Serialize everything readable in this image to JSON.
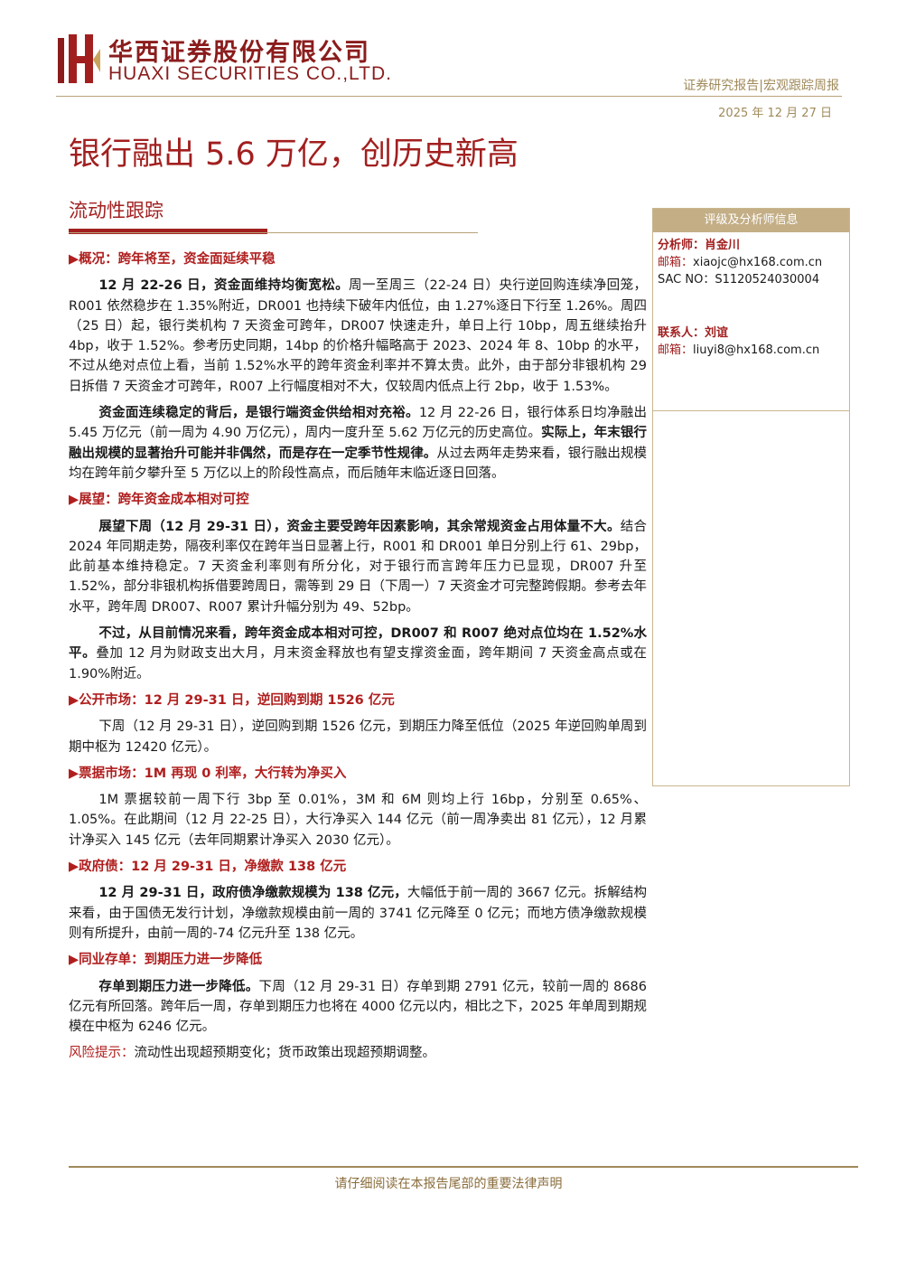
{
  "header": {
    "company_cn": "华西证券股份有限公司",
    "company_en": "HUAXI SECURITIES CO.,LTD.",
    "report_type": "证券研究报告|宏观跟踪周报",
    "date": "2025 年 12 月 27 日"
  },
  "title": "银行融出 5.6 万亿，创历史新高",
  "section_title": "流动性跟踪",
  "sidebar": {
    "heading": "评级及分析师信息",
    "analyst_label": "分析师：",
    "analyst_name": "肖金川",
    "analyst_email_label": "邮箱：",
    "analyst_email": "xiaojc@hx168.com.cn",
    "sac_no": "SAC NO：S1120524030004",
    "contact_label": "联系人：",
    "contact_name": "刘谊",
    "contact_email_label": "邮箱：",
    "contact_email": "liuyi8@hx168.com.cn"
  },
  "sections": {
    "overview": {
      "heading": "▶概况：跨年将至，资金面延续平稳",
      "p1_bold": "12 月 22-26 日，资金面维持均衡宽松。",
      "p1_text": "周一至周三（22-24 日）央行逆回购连续净回笼，R001 依然稳步在 1.35%附近，DR001 也持续下破年内低位，由 1.27%逐日下行至 1.26%。周四（25 日）起，银行类机构 7 天资金可跨年，DR007 快速走升，单日上行 10bp，周五继续抬升 4bp，收于 1.52%。参考历史同期，14bp 的价格升幅略高于 2023、2024 年 8、10bp 的水平，不过从绝对点位上看，当前 1.52%水平的跨年资金利率并不算太贵。此外，由于部分非银机构 29 日拆借 7 天资金才可跨年，R007 上行幅度相对不大，仅较周内低点上行 2bp，收于 1.53%。",
      "p2_bold1": "资金面连续稳定的背后，是银行端资金供给相对充裕。",
      "p2_text1": "12 月 22-26 日，银行体系日均净融出 5.45 万亿元（前一周为 4.90 万亿元），周内一度升至 5.62 万亿元的历史高位。",
      "p2_bold2": "实际上，年末银行融出规模的显著抬升可能并非偶然，而是存在一定季节性规律。",
      "p2_text2": "从过去两年走势来看，银行融出规模均在跨年前夕攀升至 5 万亿以上的阶段性高点，而后随年末临近逐日回落。"
    },
    "outlook": {
      "heading": "▶展望：跨年资金成本相对可控",
      "p1_bold": "展望下周（12 月 29-31 日），资金主要受跨年因素影响，其余常规资金占用体量不大。",
      "p1_text": "结合 2024 年同期走势，隔夜利率仅在跨年当日显著上行，R001 和 DR001 单日分别上行 61、29bp，此前基本维持稳定。7 天资金利率则有所分化，对于银行而言跨年压力已显现，DR007 升至 1.52%，部分非银机构拆借要跨周日，需等到 29 日（下周一）7 天资金才可完整跨假期。参考去年水平，跨年周 DR007、R007 累计升幅分别为 49、52bp。",
      "p2_bold": "不过，从目前情况来看，跨年资金成本相对可控，DR007 和 R007 绝对点位均在 1.52%水平。",
      "p2_text": "叠加 12 月为财政支出大月，月末资金释放也有望支撑资金面，跨年期间 7 天资金高点或在 1.90%附近。"
    },
    "open_market": {
      "heading": "▶公开市场：12 月 29-31 日，逆回购到期 1526 亿元",
      "p1_text": "下周（12 月 29-31 日），逆回购到期 1526 亿元，到期压力降至低位（2025 年逆回购单周到期中枢为 12420 亿元）。"
    },
    "bill_market": {
      "heading": "▶票据市场：1M 再现 0 利率，大行转为净买入",
      "p1_text": "1M 票据较前一周下行 3bp 至 0.01%，3M 和 6M 则均上行 16bp，分别至 0.65%、1.05%。在此期间（12 月 22-25 日），大行净买入 144 亿元（前一周净卖出 81 亿元），12 月累计净买入 145 亿元（去年同期累计净买入 2030 亿元）。"
    },
    "gov_bond": {
      "heading": "▶政府债：12 月 29-31 日，净缴款 138 亿元",
      "p1_bold": "12 月 29-31 日，政府债净缴款规模为 138 亿元，",
      "p1_text": "大幅低于前一周的 3667 亿元。拆解结构来看，由于国债无发行计划，净缴款规模由前一周的 3741 亿元降至 0 亿元；而地方债净缴款规模则有所提升，由前一周的-74 亿元升至 138 亿元。"
    },
    "cd": {
      "heading": "▶同业存单：到期压力进一步降低",
      "p1_bold": "存单到期压力进一步降低。",
      "p1_text": "下周（12 月 29-31 日）存单到期 2791 亿元，较前一周的 8686 亿元有所回落。跨年后一周，存单到期压力也将在 4000 亿元以内，相比之下，2025 年单周到期规模在中枢为 6246 亿元。"
    },
    "risk": {
      "label": "风险提示：",
      "text": "流动性出现超预期变化；货币政策出现超预期调整。"
    }
  },
  "footer": {
    "note": "请仔细阅读在本报告尾部的重要法律声明"
  },
  "colors": {
    "brand_red": "#a21f1f",
    "gold": "#b9a27a",
    "sidebar_header": "#c3ae86"
  }
}
